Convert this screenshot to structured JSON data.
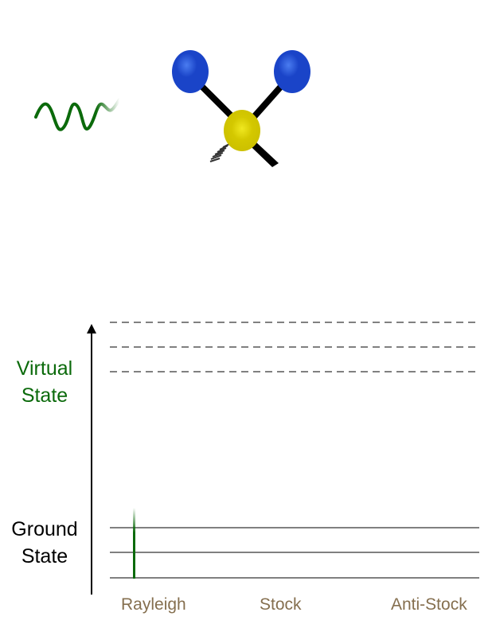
{
  "molecule": {
    "description": "Triatomic molecule model with two blue outer atoms and one yellow central atom",
    "atoms": [
      {
        "name": "outer-atom-left",
        "color": "#1a44c8"
      },
      {
        "name": "outer-atom-right",
        "color": "#1a44c8"
      },
      {
        "name": "central-atom",
        "color": "#d4c800"
      }
    ]
  },
  "wave": {
    "color": "#0b6a0b"
  },
  "diagram": {
    "virtual_state_label_line1": "Virtual",
    "virtual_state_label_line2": "State",
    "ground_state_label_line1": "Ground",
    "ground_state_label_line2": "State",
    "x_labels": [
      "Rayleigh",
      "Stock",
      "Anti-Stock"
    ],
    "virtual_levels": 3,
    "ground_levels": 3,
    "colors": {
      "virtual_label": "#0b6a0b",
      "ground_label": "#000000",
      "x_label": "#856f4f",
      "dashed_line": "#808080",
      "solid_line": "#808080",
      "transition_line": "#0b6a0b"
    }
  }
}
